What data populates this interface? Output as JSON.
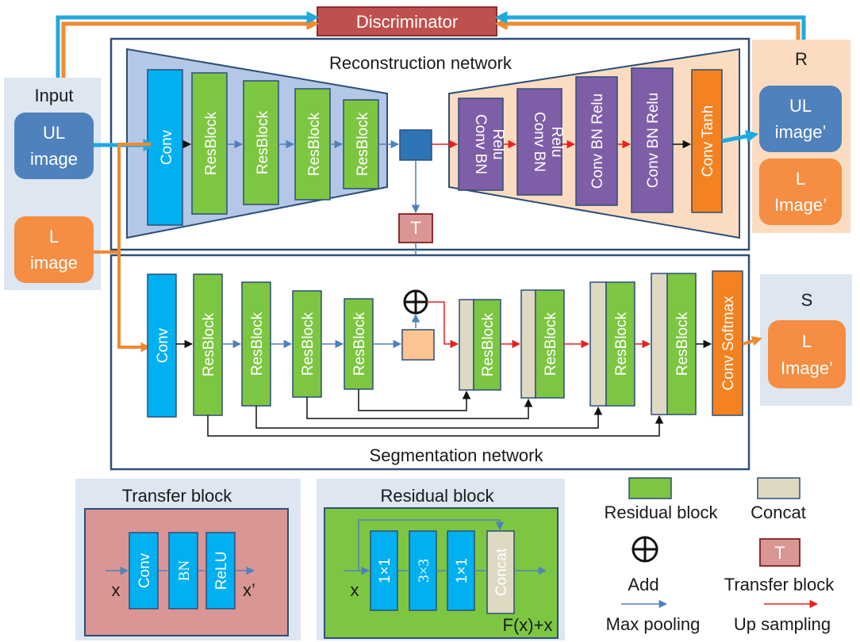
{
  "top": {
    "discriminator": "Discriminator"
  },
  "input": {
    "title": "Input",
    "ul_line1": "UL",
    "ul_line2": "image",
    "l_line1": "L",
    "l_line2": "image"
  },
  "recon": {
    "title": "Reconstruction network",
    "conv": "Conv",
    "resblock": "ResBlock",
    "dec_line1": "Conv BN",
    "dec_line2": "Relu",
    "dec_full": "Conv BN Relu",
    "tanh": "Conv Tanh"
  },
  "transfer_t": "T",
  "r_output": {
    "title": "R",
    "ul_line1": "UL",
    "ul_line2": "image’",
    "l_line1": "L",
    "l_line2": "Image’"
  },
  "seg": {
    "title": "Segmentation network",
    "conv": "Conv",
    "resblock": "ResBlock",
    "softmax": "Conv Softmax"
  },
  "s_output": {
    "title": "S",
    "l_line1": "L",
    "l_line2": "Image’"
  },
  "transfer_block": {
    "title": "Transfer block",
    "conv": "Conv",
    "bn": "BN",
    "relu": "ReLU",
    "x_in": "x",
    "x_out": "x’"
  },
  "residual_block": {
    "title": "Residual block",
    "c1": "1×1",
    "c2": "3×3",
    "c3": "1×1",
    "concat": "Concat",
    "x_in": "x",
    "fx": "F(x)+x"
  },
  "legend": {
    "residual": "Residual block",
    "concat": "Concat",
    "add": "Add",
    "transfer_t": "T",
    "transfer": "Transfer block",
    "maxpool": "Max pooling",
    "upsample": "Up sampling"
  },
  "colors": {
    "blue_arrow": "#4f81bd",
    "red_arrow": "#e8201f",
    "orange_arrow": "#f08a30",
    "cyan_arrow": "#1fa9e0",
    "resblock": "#7dc642",
    "conv": "#00b0f0",
    "decoder": "#7f5ea8",
    "tanh": "#f58220",
    "concat": "#ddd9c3",
    "discriminator": "#c0504d",
    "transfer": "#d99694"
  }
}
